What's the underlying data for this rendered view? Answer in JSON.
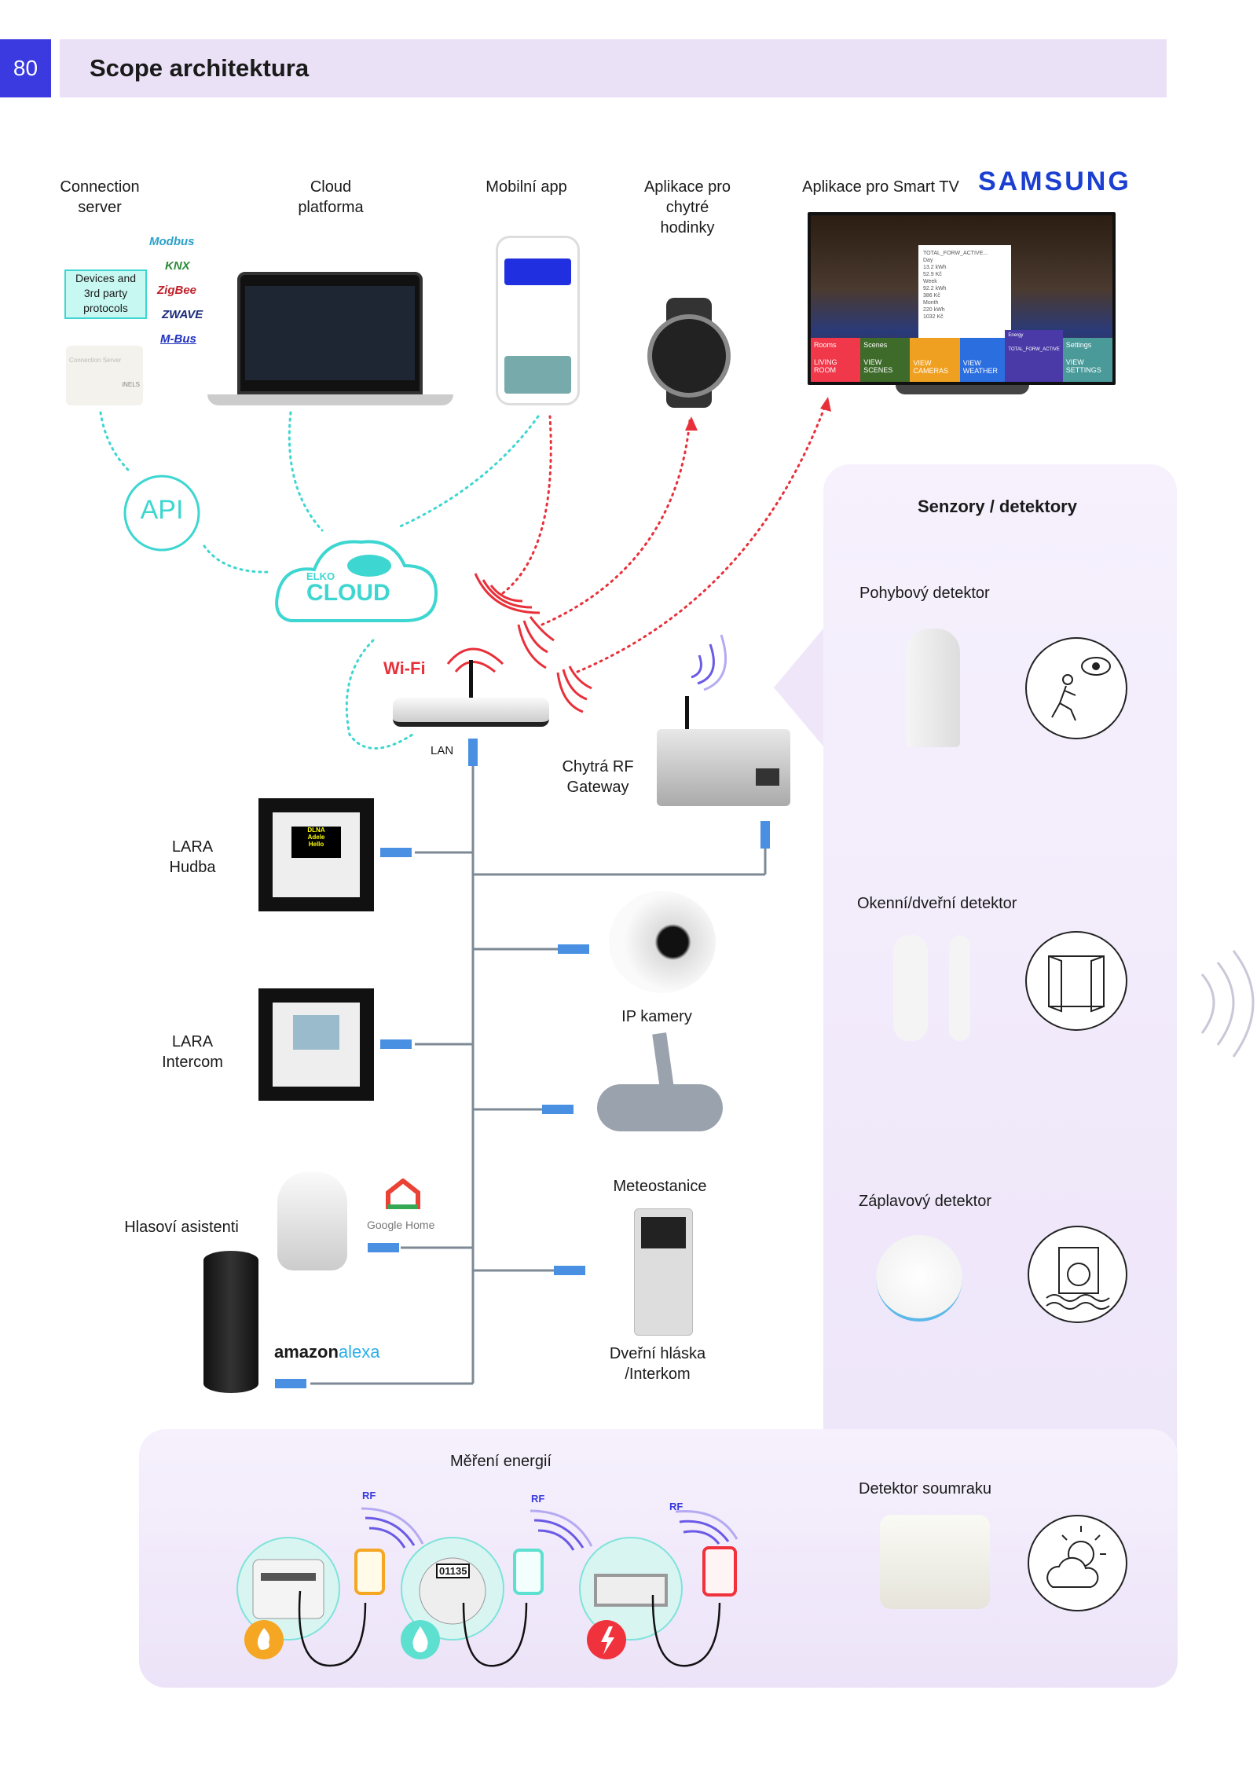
{
  "header": {
    "page_number": "80",
    "title": "Scope architektura"
  },
  "top": {
    "connection_server": "Connection\nserver",
    "cloud_platform": "Cloud\nplatforma",
    "mobile_app": "Mobilní app",
    "watch_app": "Aplikace pro\nchytré\nhodinky",
    "smart_tv_app": "Aplikace pro Smart TV",
    "samsung_logo": "SAMSUNG",
    "devices_box": "Devices and\n3rd party\nprotocols",
    "protocols": [
      "Modbus",
      "KNX",
      "ZigBee",
      "ZWAVE",
      "M-Bus"
    ],
    "server_device_text": "Connection Server",
    "server_brand": "iNELS"
  },
  "tv": {
    "tiles": [
      {
        "header": "Rooms",
        "label": "LIVING\nROOM",
        "color": "#f0384a"
      },
      {
        "header": "Scenes",
        "label": "VIEW\nSCENES",
        "color": "#3e6b2a"
      },
      {
        "header": "",
        "label": "VIEW\nCAMERAS",
        "color": "#f0a020"
      },
      {
        "header": "",
        "label": "VIEW\nWEATHER",
        "color": "#2a6ee0"
      },
      {
        "header": "Energy",
        "label": "TOTAL_FORW_ACTIVE",
        "color": "#4a3aa8"
      },
      {
        "header": "Settings",
        "label": "VIEW\nSETTINGS",
        "color": "#4a9a9a"
      }
    ],
    "popup_title": "TOTAL_FORW_ACTIVE...",
    "popup": [
      {
        "period": "Day",
        "values": [
          "13.2 kWh",
          "52.9 Kč"
        ]
      },
      {
        "period": "Week",
        "values": [
          "92.2 kWh",
          "386 Kč"
        ]
      },
      {
        "period": "Month",
        "values": [
          "220 kWh",
          "1032 Kč"
        ]
      }
    ]
  },
  "center": {
    "api": "API",
    "cloud_small": "ELKO",
    "cloud_big": "CLOUD",
    "wifi": "Wi-Fi",
    "lan": "LAN",
    "gateway": "Chytrá RF\nGateway"
  },
  "devices": {
    "lara_hudba": "LARA\nHudba",
    "lara_intercom": "LARA\nIntercom",
    "ip_cameras": "IP kamery",
    "meteo": "Meteostanice",
    "voice": "Hlasoví asistenti",
    "google_home": "Google Home",
    "amazon": "amazon",
    "alexa": "alexa",
    "door": "Dveřní hláska\n/Interkom",
    "lara_screen": "DLNA\nAdele\nHello"
  },
  "sensors": {
    "title": "Senzory / detektory",
    "items": [
      "Pohybový detektor",
      "Okenní/dveřní detektor",
      "Záplavový detektor",
      "Detektor soumraku"
    ]
  },
  "energy": {
    "title": "Měření energií",
    "rf": "RF",
    "meter_digits": "01135",
    "types": [
      "gas",
      "water",
      "electricity"
    ],
    "colors": {
      "gas": "#f5a623",
      "water": "#5ee0d0",
      "electricity": "#f0323c"
    }
  },
  "colors": {
    "accent": "#3a3ae0",
    "cyan": "#3dd6d0",
    "red": "#e8303a",
    "header_band": "#ebe1f7"
  }
}
